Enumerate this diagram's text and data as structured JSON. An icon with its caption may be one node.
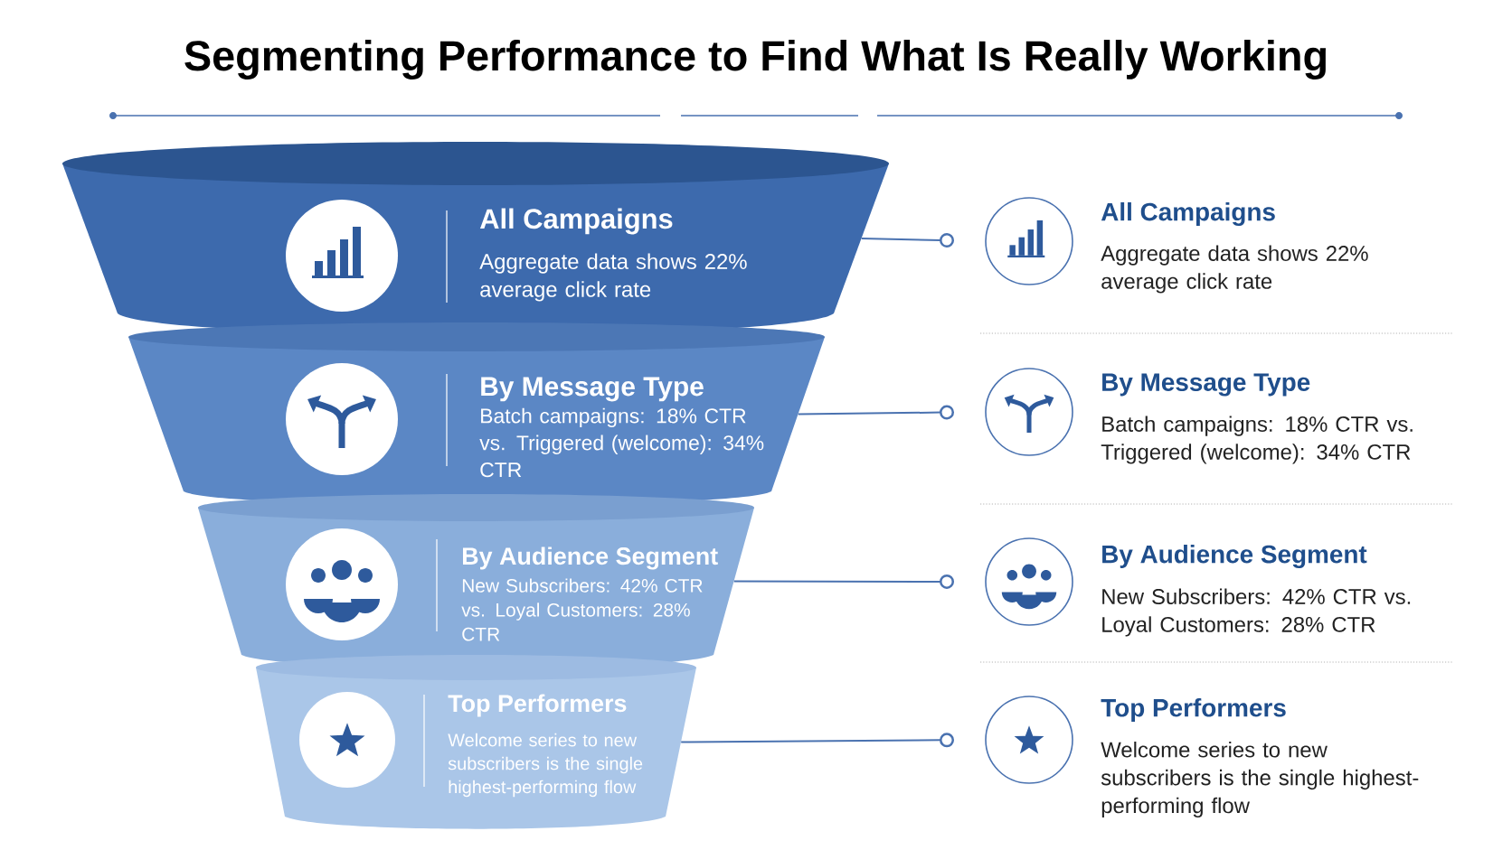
{
  "diagram": {
    "title": "Segmenting Performance to Find What Is Really Working",
    "nodes": [
      {
        "text": [
          "All Campaigns",
          "Aggregate data shows 22% average click rate"
        ]
      },
      {
        "text": [
          "By Message Type",
          "Batch campaigns: 18% CTR vs. Triggered (welcome): 34% CTR"
        ]
      },
      {
        "text": [
          "By Audience Segment",
          "New Subscribers: 42% CTR vs. Loyal Customers: 28% CTR"
        ]
      },
      {
        "text": [
          "Top Performers",
          "Welcome series to new subscribers is the single highest-performing flow"
        ]
      },
      {
        "text": [
          "All Campaigns",
          "Aggregate data shows 22% average click rate"
        ]
      },
      {
        "text": [
          "By Message Type",
          "Batch campaigns: 18% CTR vs. Triggered (welcome): 34% CTR"
        ]
      },
      {
        "text": [
          "By Audience Segment",
          "New Subscribers: 42% CTR vs. Loyal Customers: 28% CTR"
        ]
      },
      {
        "text": [
          "Top Performers",
          "Welcome series to new subscribers is the single highest-performing flow"
        ]
      }
    ],
    "edges": [
      {
        "from": 0,
        "to": 4,
        "arrow": "other"
      },
      {
        "from": 1,
        "to": 5,
        "arrow": "other"
      },
      {
        "from": 2,
        "to": 6,
        "arrow": "other"
      },
      {
        "from": 3,
        "to": 7,
        "arrow": "other"
      }
    ]
  }
}
